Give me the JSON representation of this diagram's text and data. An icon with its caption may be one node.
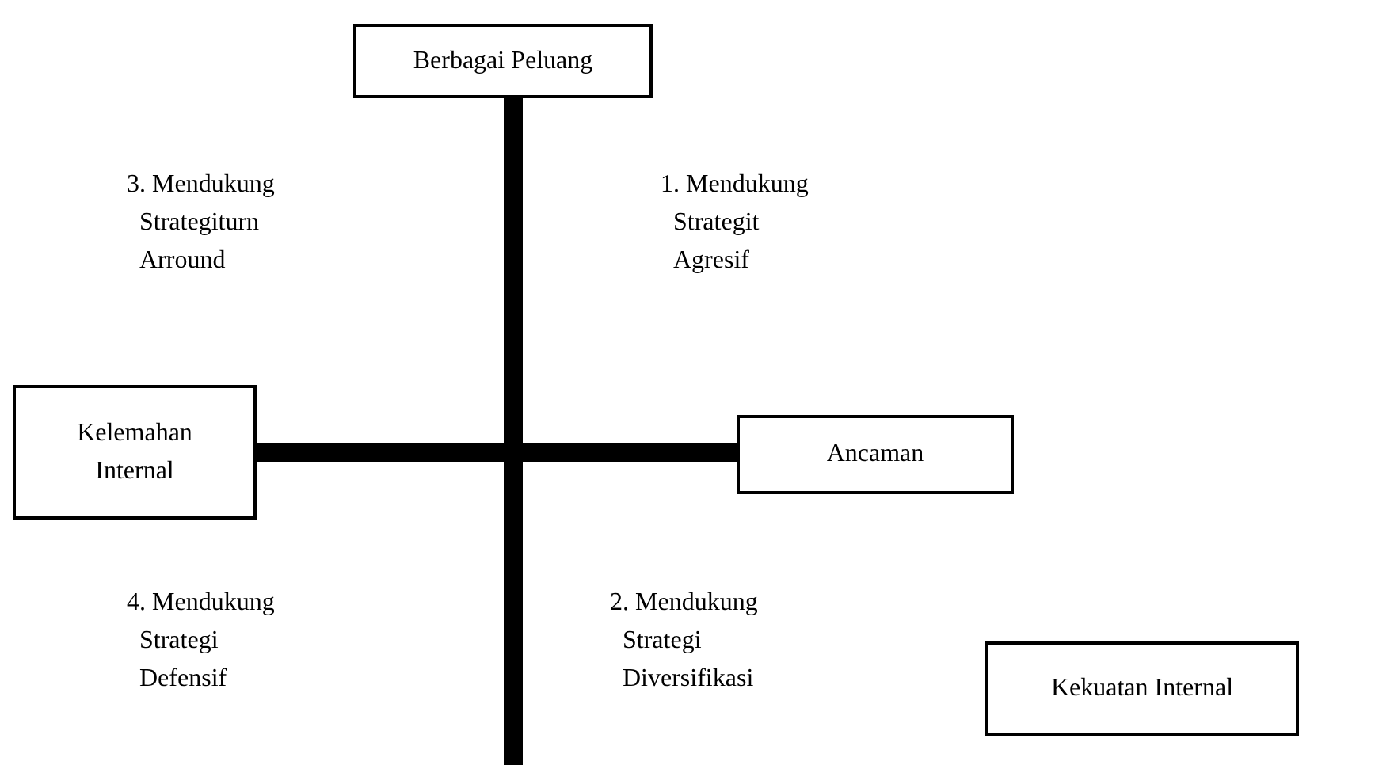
{
  "diagram": {
    "nodes": [
      {
        "text": [
          "Berbagai Peluang"
        ]
      },
      {
        "text": [
          "Kelemahan Internal"
        ]
      },
      {
        "text": [
          "Ancaman"
        ]
      },
      {
        "text": [
          "Kekuatan Internal"
        ]
      }
    ],
    "edges": [
      {
        "from": 0,
        "to": null,
        "arrow": "none"
      },
      {
        "from": 1,
        "to": 2,
        "arrow": "none"
      }
    ],
    "labels": [
      "3. Mendukung Strategiturn Arround",
      "1. Mendukung Strategit Agresif",
      "4. Mendukung Strategi Defensif",
      "2. Mendukung Strategi Diversifikasi"
    ]
  }
}
